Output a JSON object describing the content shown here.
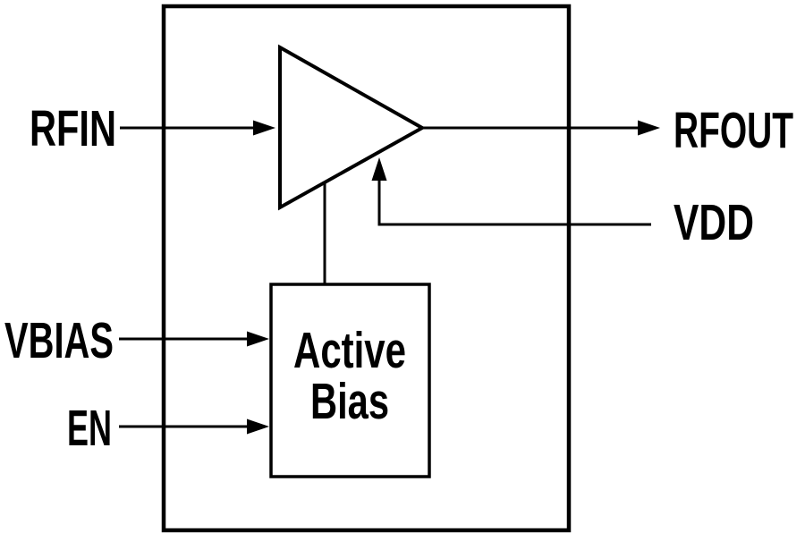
{
  "colors": {
    "line": "#000000",
    "background": "#ffffff"
  },
  "pins": {
    "rfin": "RFIN",
    "rfout": "RFOUT",
    "vdd": "VDD",
    "vbias": "VBIAS",
    "en": "EN"
  },
  "blocks": {
    "active_bias": {
      "line1": "Active",
      "line2": "Bias"
    }
  }
}
